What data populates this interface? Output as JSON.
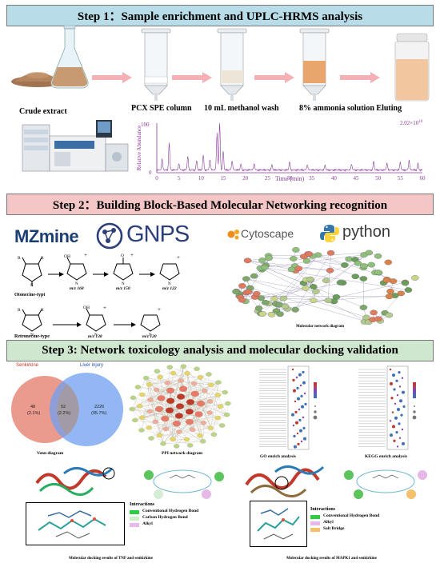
{
  "step1": {
    "title": "Step 1：Sample enrichment and UPLC-HRMS analysis",
    "crude_extract": "Crude extract",
    "pcx_column": "PCX SPE column",
    "methanol_wash": "10 mL methanol wash",
    "ammonia_eluting": "8% ammonia solution Eluting",
    "chromatogram": {
      "y_top": "100",
      "y_bottom": "0",
      "ylabel": "Relative Abundance",
      "xlabel": "Time (min)",
      "intensity": "2.02×10",
      "intensity_exp": "10",
      "x_ticks": [
        "0",
        "5",
        "10",
        "15",
        "20",
        "25",
        "30",
        "35",
        "40",
        "45",
        "50",
        "55",
        "60"
      ]
    }
  },
  "step2": {
    "title": "Step 2：Building Block-Based Molecular Networking recognition",
    "mzmine": "MZmine",
    "gnps": "GNPS",
    "cytoscape": "Cytoscape",
    "python": "python",
    "otonecine": "Otonecine-typt",
    "retronecine": "Retronecine-type",
    "mz168": "m/z 168",
    "mz150": "m/z 150",
    "mz122": "m/z 122",
    "mz138": "m/z 138",
    "mz120": "m/z 120",
    "network_caption": "Molecular network diagram"
  },
  "step3": {
    "title": "Step 3: Network toxicology analysis and molecular docking validation",
    "venn": {
      "left_label": "Senkirkine",
      "right_label": "Liver injury",
      "left_count": "48",
      "left_pct": "(2.1%)",
      "mid_count": "52",
      "mid_pct": "(2.2%)",
      "right_count": "2226",
      "right_pct": "(95.7%)",
      "caption": "Venn diagram"
    },
    "ppi_caption": "PPI network diagram",
    "go_caption": "GO enrich analysis",
    "kegg_caption": "KEGG enrich analysis",
    "tnf": {
      "interactions_title": "Interactions",
      "legend": [
        "Conventional Hydrogen Bond",
        "Carbon Hydrogen Bond",
        "Alkyl"
      ],
      "caption": "Molecular docking results of TNF and senkirkine"
    },
    "mapk1": {
      "interactions_title": "Interactions",
      "legend": [
        "Conventional Hydrogen Bond",
        "Alkyl",
        "Salt  Bridge"
      ],
      "caption": "Molecular docking results of MAPK1 and senkirkine"
    }
  },
  "colors": {
    "step1_banner": "#b8dce8",
    "step2_banner": "#f5c6c6",
    "step3_banner": "#cfe6cf",
    "arrow": "#f4b0b4",
    "chromatogram": "#8a3d9a",
    "venn_left": "#e88a7a",
    "venn_right": "#6f9ff0",
    "venn_mid": "#a89a9a"
  }
}
